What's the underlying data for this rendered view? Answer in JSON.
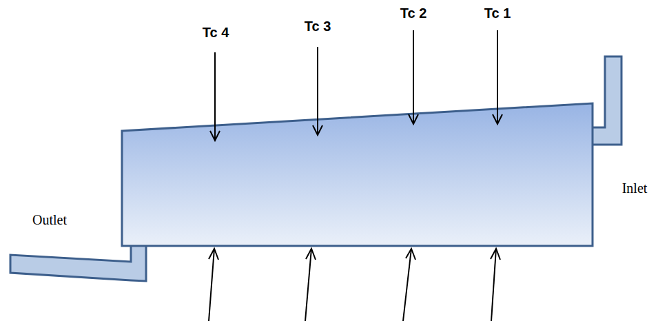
{
  "diagram": {
    "labels": [
      "Tc 4",
      "Tc 3",
      "Tc 2",
      "Tc 1",
      "Outlet",
      "Inlet"
    ]
  }
}
